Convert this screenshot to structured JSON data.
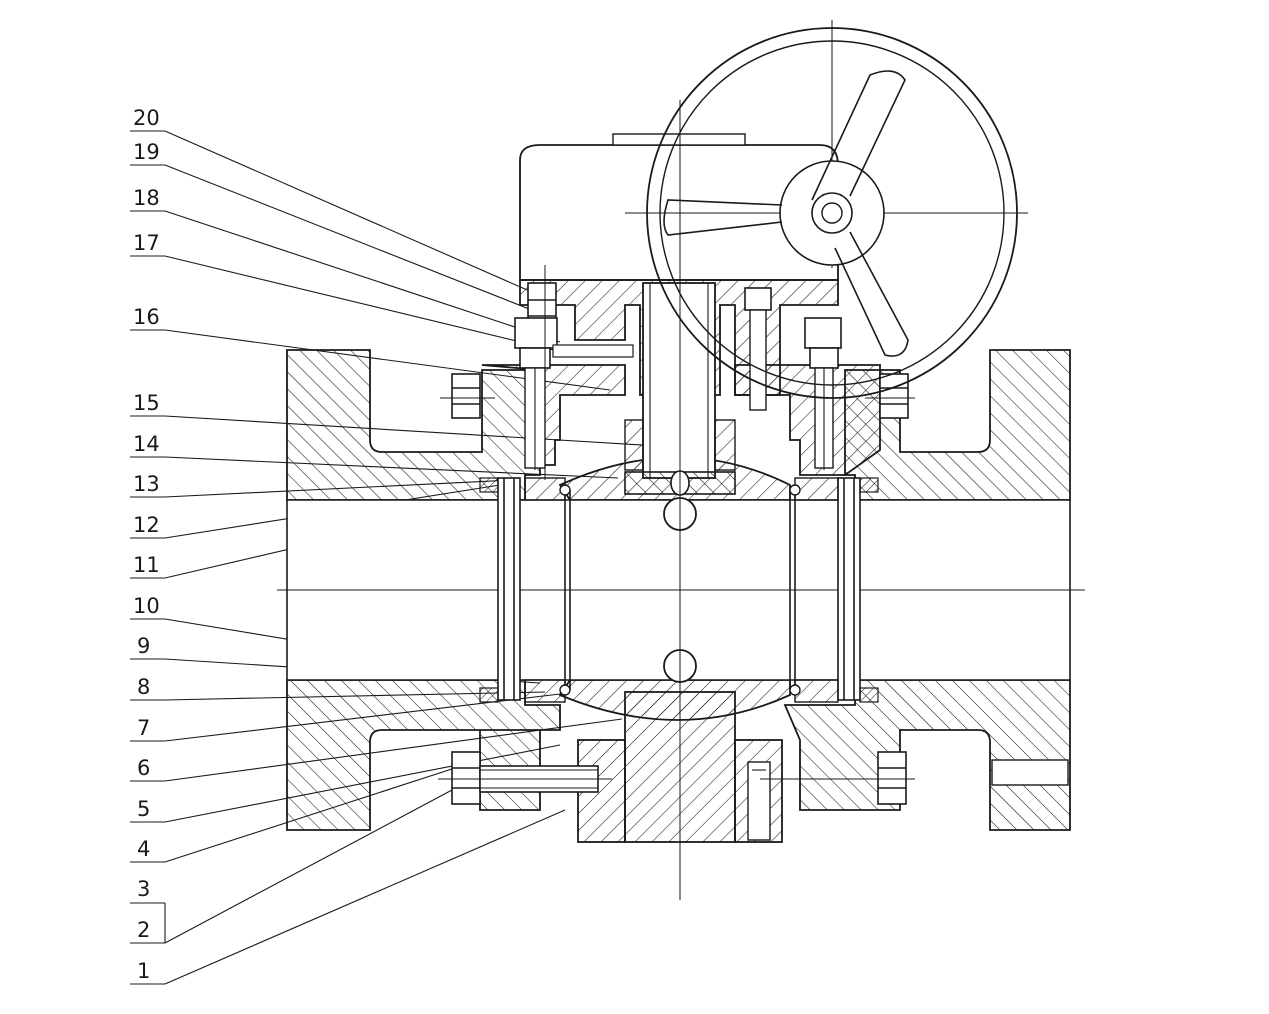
{
  "colors": {
    "line": "#1a1a1a",
    "background": "#ffffff"
  },
  "callouts": [
    {
      "label": "20"
    },
    {
      "label": "19"
    },
    {
      "label": "18"
    },
    {
      "label": "17"
    },
    {
      "label": "16"
    },
    {
      "label": "15"
    },
    {
      "label": "14"
    },
    {
      "label": "13"
    },
    {
      "label": "12"
    },
    {
      "label": "11"
    },
    {
      "label": "10"
    },
    {
      "label": "9"
    },
    {
      "label": "8"
    },
    {
      "label": "7"
    },
    {
      "label": "6"
    },
    {
      "label": "5"
    },
    {
      "label": "4"
    },
    {
      "label": "3"
    },
    {
      "label": "2"
    },
    {
      "label": "1"
    }
  ]
}
